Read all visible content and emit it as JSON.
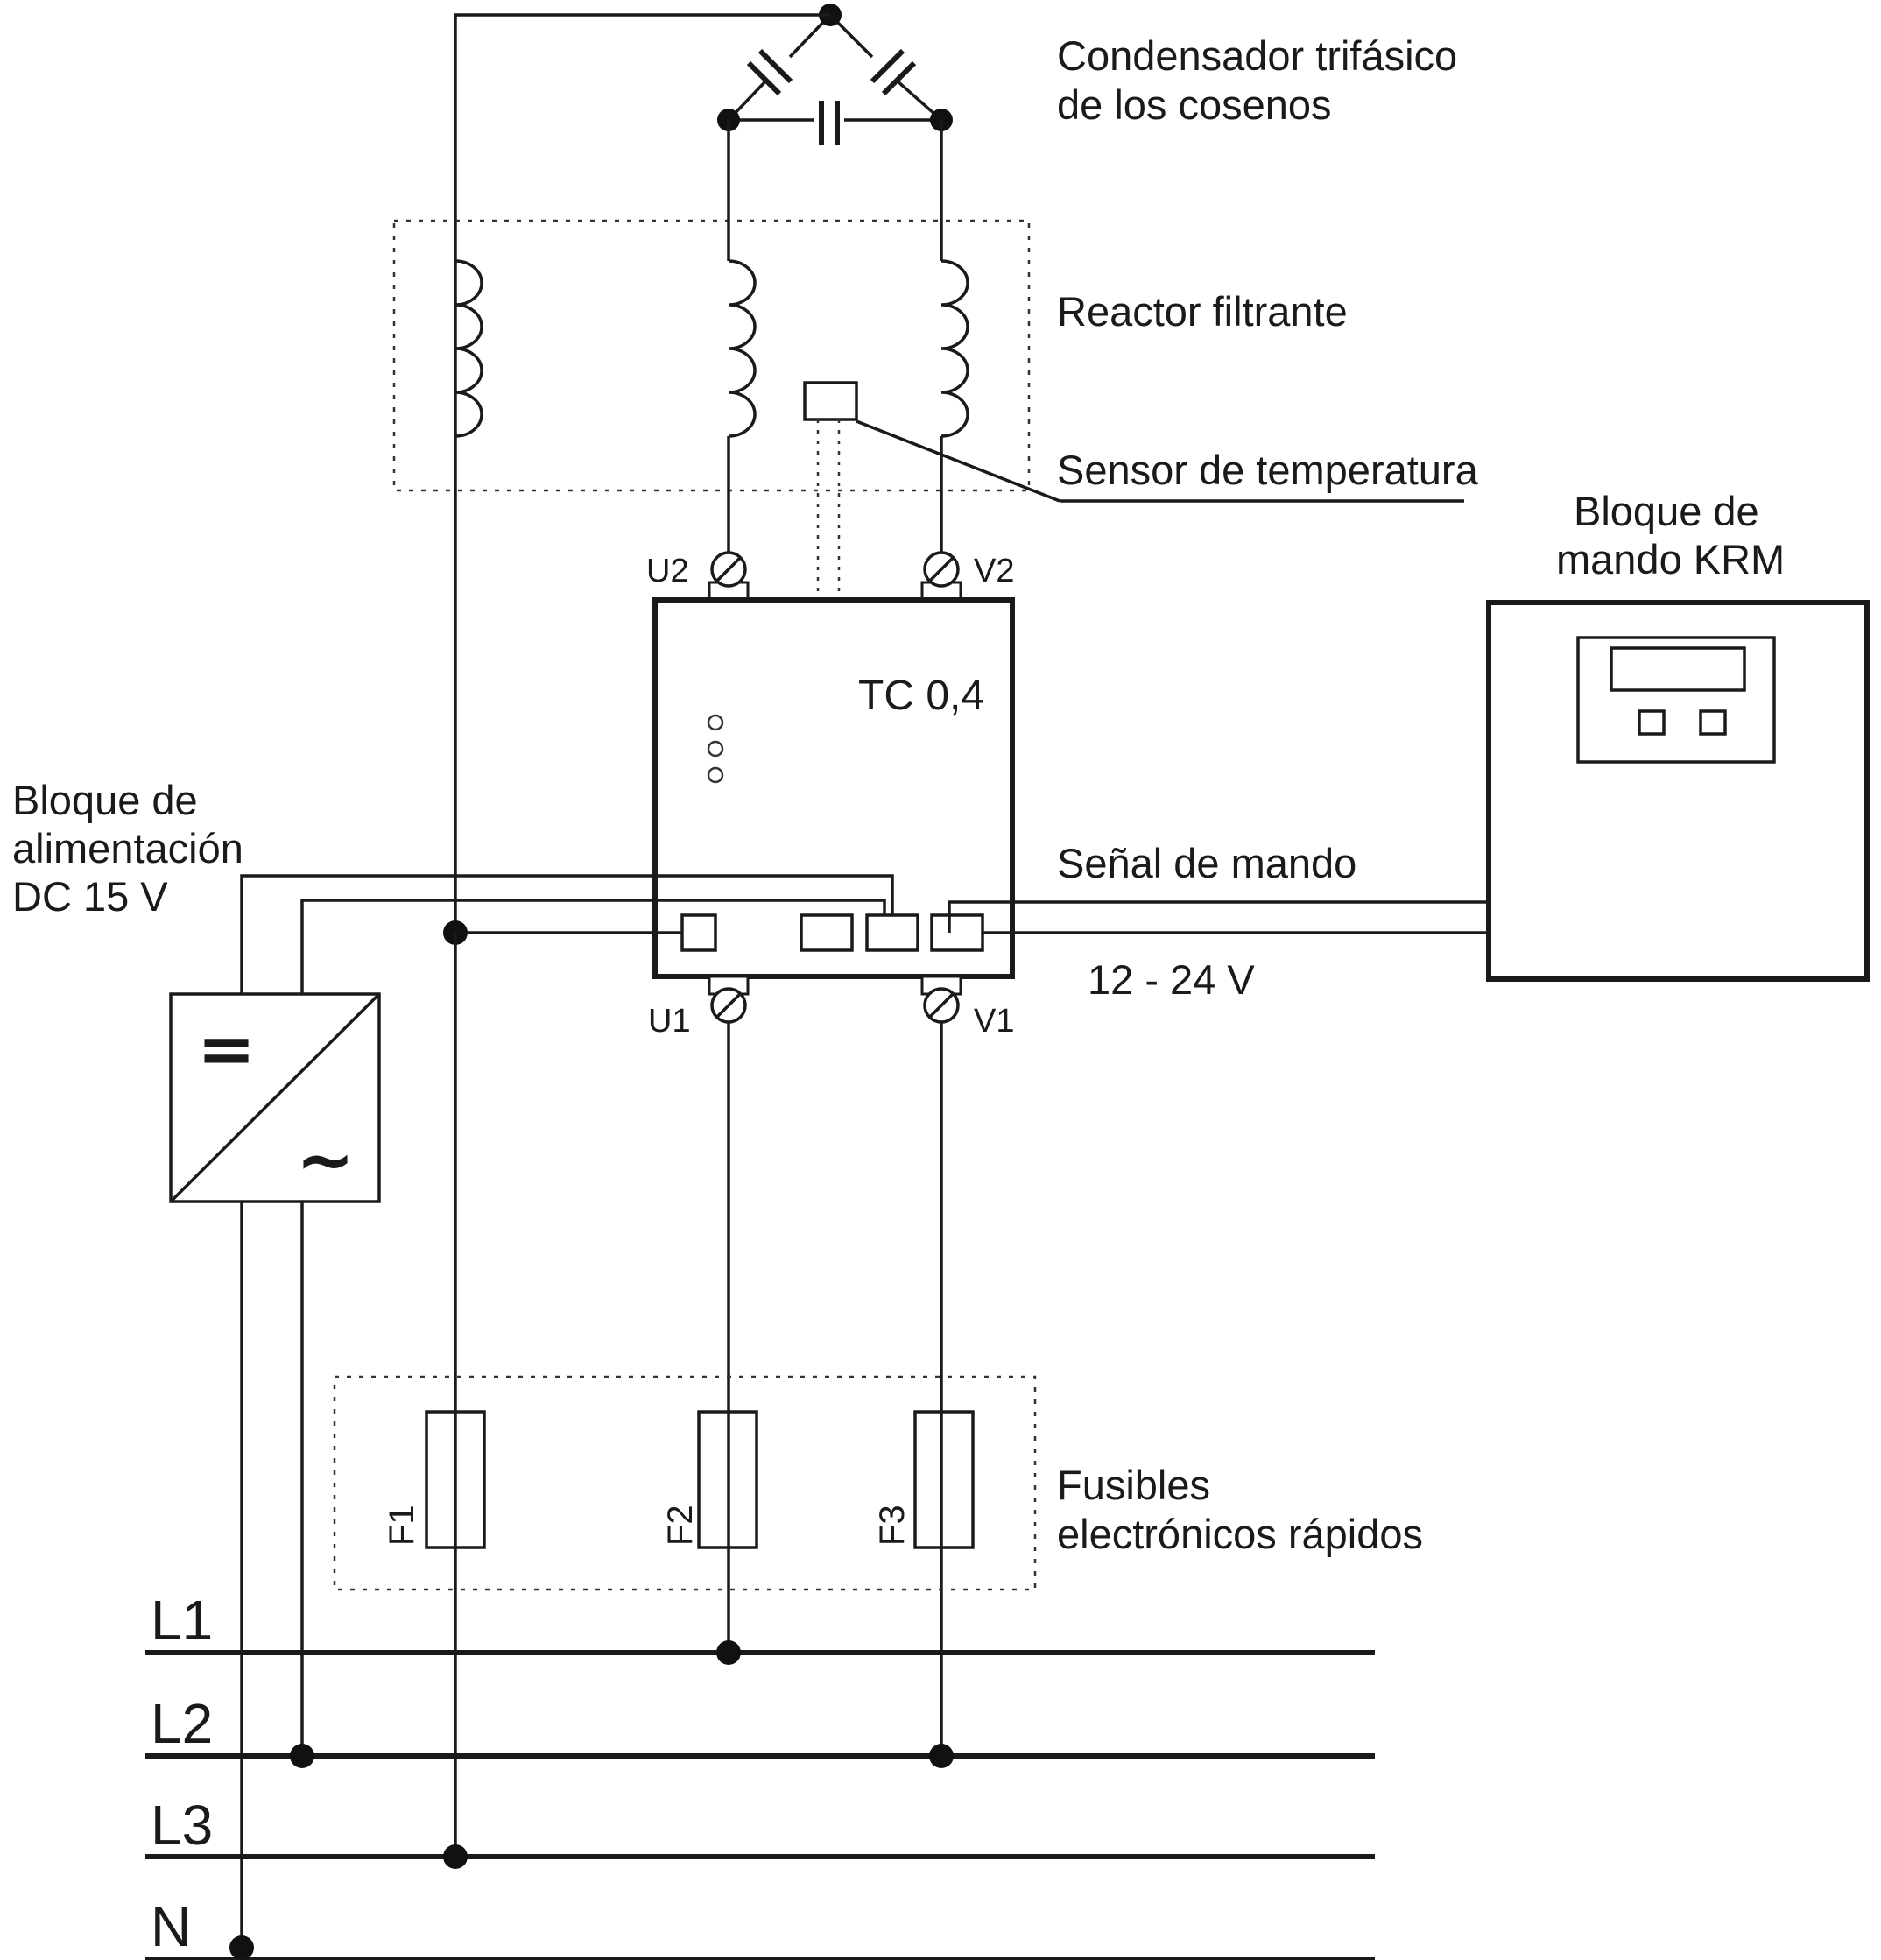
{
  "labels": {
    "capacitor_line1": "Condensador trifásico",
    "capacitor_line2": "de los cosenos",
    "reactor": "Reactor filtrante",
    "temp_sensor": "Sensor de temperatura",
    "krm_line1": "Bloque de",
    "krm_line2": "mando KRM",
    "tc": "TC 0,4",
    "psu_line1": "Bloque de",
    "psu_line2": "alimentación",
    "psu_line3": "DC 15 V",
    "control_signal": "Señal de mando",
    "voltage": "12 - 24 V",
    "fuses_line1": "Fusibles",
    "fuses_line2": "electrónicos rápidos"
  },
  "terminals": {
    "u2": "U2",
    "v2": "V2",
    "u1": "U1",
    "v1": "V1"
  },
  "fuses": [
    "F1",
    "F2",
    "F3"
  ],
  "buses": [
    "L1",
    "L2",
    "L3",
    "N"
  ],
  "psu_symbols": {
    "dc": "=",
    "ac": "~"
  }
}
